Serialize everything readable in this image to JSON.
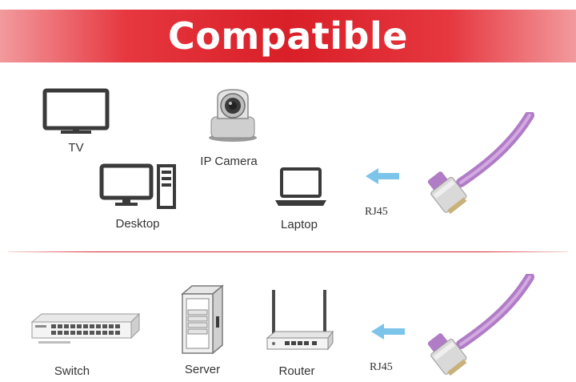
{
  "banner": {
    "title": "Compatible"
  },
  "colors": {
    "banner_red": "#d91f28",
    "cable_purple": "#b07cc6",
    "arrow_blue": "#7cc4ea"
  },
  "top_section": {
    "devices": [
      {
        "label": "TV",
        "icon": "tv-icon"
      },
      {
        "label": "IP Camera",
        "icon": "ip-camera-icon"
      },
      {
        "label": "Desktop",
        "icon": "desktop-icon"
      },
      {
        "label": "Laptop",
        "icon": "laptop-icon"
      }
    ],
    "connector_label": "RJ45"
  },
  "bottom_section": {
    "devices": [
      {
        "label": "Switch",
        "icon": "switch-icon"
      },
      {
        "label": "Server",
        "icon": "server-icon"
      },
      {
        "label": "Router",
        "icon": "router-icon"
      }
    ],
    "connector_label": "RJ45"
  }
}
